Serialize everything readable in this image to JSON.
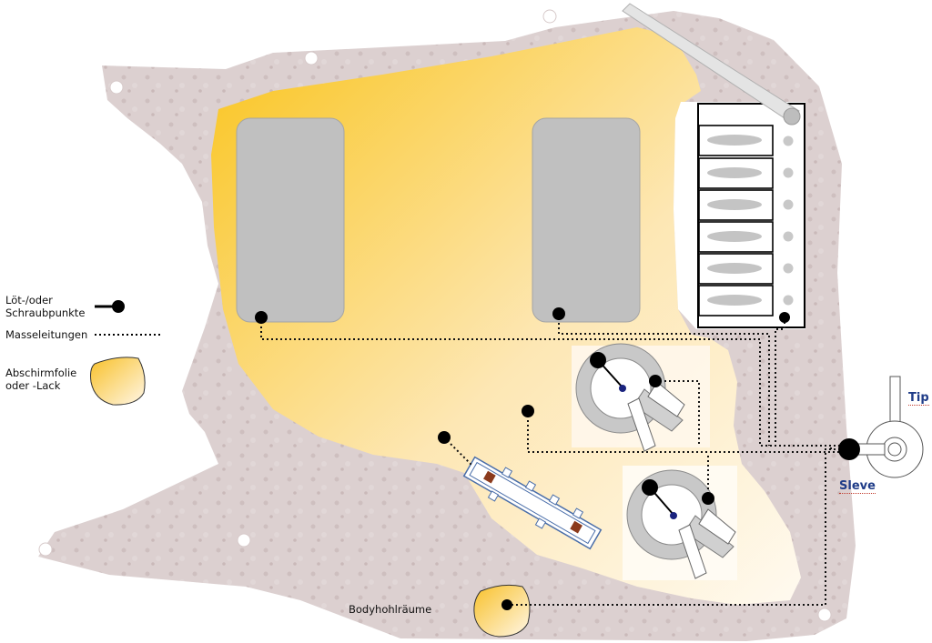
{
  "legend": {
    "solder_point": "Löt-/oder Schraubpunkte",
    "ground_wire": "Masseleitungen",
    "shielding": "Abschirmfolie oder -Lack"
  },
  "labels": {
    "body_cavity": "Bodyhohlräume",
    "jack_tip": "Tip",
    "jack_sleeve": "Sleve"
  },
  "colors": {
    "shield_dark": "#f9c41c",
    "shield_light": "#fff8ea",
    "pickguard": "#b7a3a3",
    "pickup": "#c0c0c0",
    "wire": "#111111"
  }
}
